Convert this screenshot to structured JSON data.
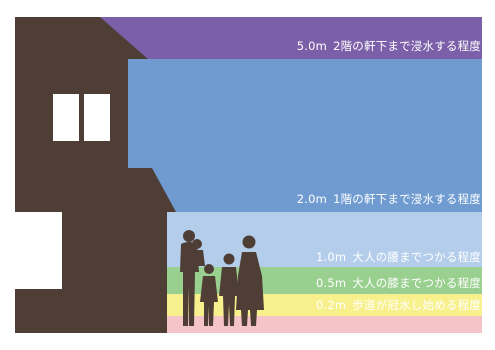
{
  "levels": [
    {
      "value": "5.0m",
      "desc": "2階の軒下まで浸水する程度",
      "color": "#7c5fa9"
    },
    {
      "value": "2.0m",
      "desc": "1階の軒下まで浸水する程度",
      "color": "#6f9bd1"
    },
    {
      "value": "1.0m",
      "desc": "大人の腰までつかる程度",
      "color": "#b3cdeb"
    },
    {
      "value": "0.5m",
      "desc": "大人の膝までつかる程度",
      "color": "#9ad08f"
    },
    {
      "value": "0.2m",
      "desc": "歩道が冠水し始める程度",
      "color": "#f7f08d"
    }
  ],
  "colors": {
    "ground": "#f4c4c9",
    "house": "#4e3e35",
    "window": "#ffffff"
  }
}
